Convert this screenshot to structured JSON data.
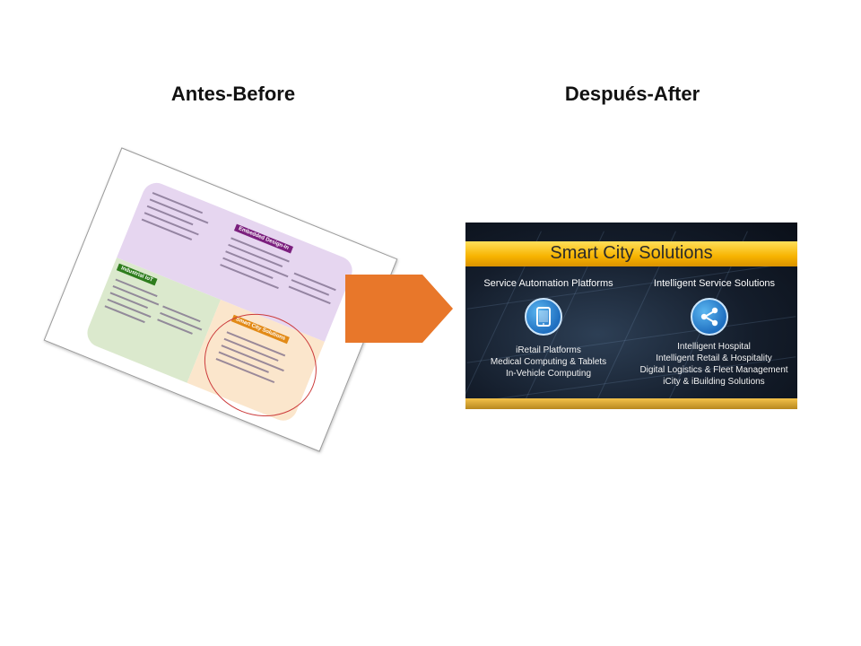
{
  "headings": {
    "before": "Antes-Before",
    "after": "Después-After"
  },
  "before_doc": {
    "tags": {
      "embedded": "Embedded Design-In",
      "industrial": "Industrial IoT",
      "smart_city": "Smart City Solutions"
    }
  },
  "after_panel": {
    "title": "Smart City Solutions",
    "left_heading": "Service Automation Platforms",
    "right_heading": "Intelligent Service Solutions",
    "left_items": [
      "iRetail Platforms",
      "Medical Computing & Tablets",
      "In-Vehicle  Computing"
    ],
    "right_items": [
      "Intelligent Hospital",
      "Intelligent Retail & Hospitality",
      "Digital Logistics & Fleet Management",
      "iCity & iBuilding Solutions"
    ],
    "icons": [
      "tablet-icon",
      "share-icon"
    ]
  },
  "colors": {
    "arrow": "#e8772a",
    "gold": "#f7b300",
    "circle": "#cc3b3b"
  }
}
